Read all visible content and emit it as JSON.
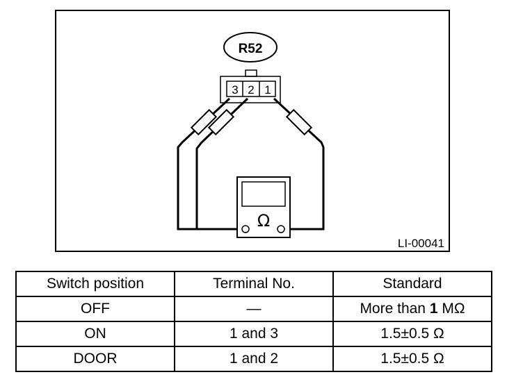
{
  "diagram": {
    "connector_label": "R52",
    "terminals": [
      "3",
      "2",
      "1"
    ],
    "meter_symbol": "Ω",
    "figure_id": "LI-00041"
  },
  "table": {
    "headers": [
      "Switch position",
      "Terminal No.",
      "Standard"
    ],
    "rows": [
      {
        "position": "OFF",
        "terminal": "—",
        "standard_text": "More than ",
        "standard_num": "1",
        "standard_unit": " MΩ"
      },
      {
        "position": "ON",
        "terminal": "1 and 3",
        "standard_text": "",
        "standard_num": "1.5±0.5",
        "standard_unit": " Ω"
      },
      {
        "position": "DOOR",
        "terminal": "1 and 2",
        "standard_text": "",
        "standard_num": "1.5±0.5",
        "standard_unit": " Ω"
      }
    ]
  }
}
